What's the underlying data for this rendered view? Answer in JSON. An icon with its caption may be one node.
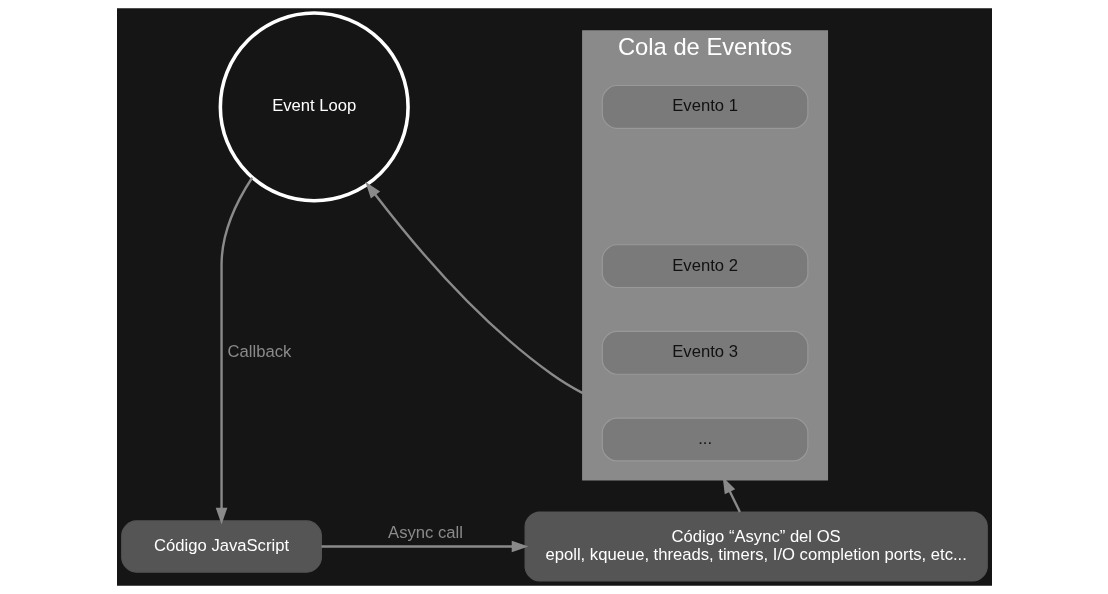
{
  "diagram": {
    "nodes": [
      {
        "text": [
          "Event Loop"
        ]
      },
      {
        "text": [
          "Cola de Eventos"
        ]
      },
      {
        "text": [
          "Evento 1"
        ],
        "in": 1
      },
      {
        "text": [
          "Evento 2"
        ],
        "in": 1
      },
      {
        "text": [
          "Evento 3"
        ],
        "in": 1
      },
      {
        "text": [
          "..."
        ],
        "in": 1
      },
      {
        "text": [
          "Código JavaScript"
        ]
      },
      {
        "text": [
          "Código “Async” del OS",
          "epoll, kqueue, threads, timers, I/O completion ports, etc..."
        ]
      }
    ],
    "edges": [
      {
        "from": 1,
        "to": 0,
        "arrow": "to"
      },
      {
        "from": 0,
        "to": 6,
        "label": "Callback",
        "arrow": "to"
      },
      {
        "from": 6,
        "to": 7,
        "label": "Async call",
        "arrow": "to"
      },
      {
        "from": 7,
        "to": 1,
        "arrow": "to"
      }
    ]
  }
}
